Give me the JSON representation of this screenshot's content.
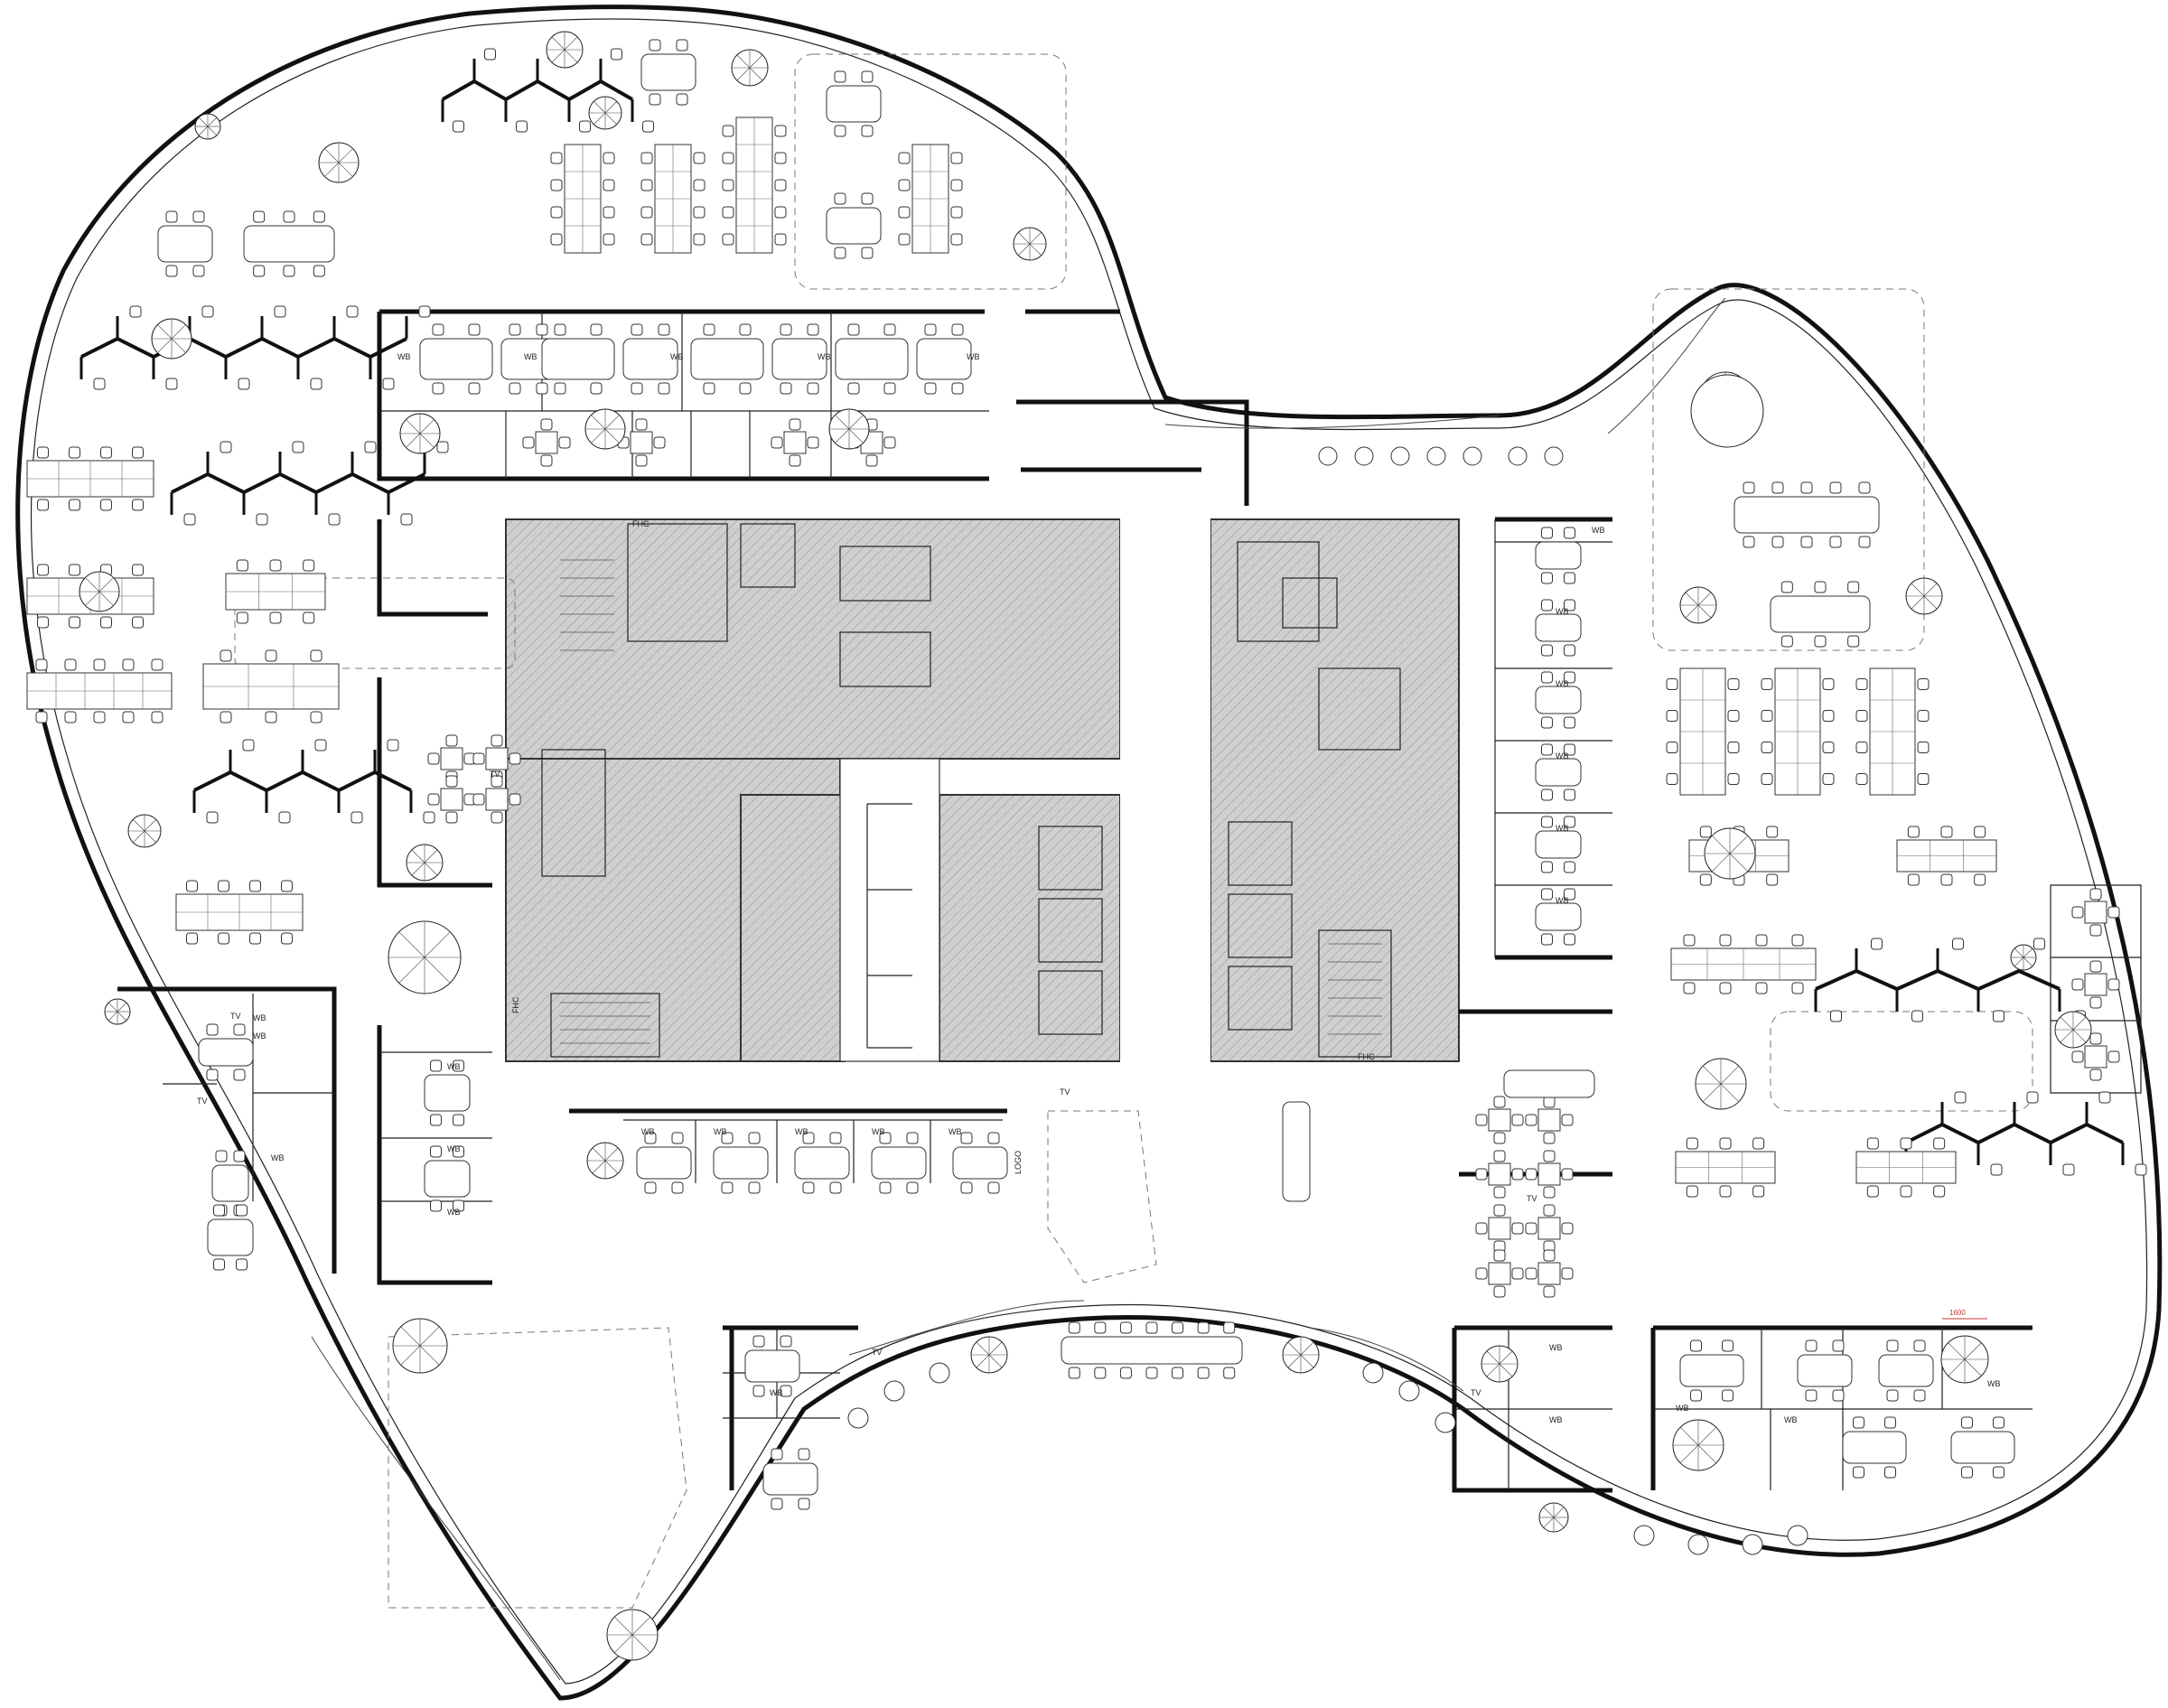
{
  "labels": {
    "wb": "WB",
    "tv": "TV",
    "fhc": "FHC",
    "logo": "LOGO",
    "dimension": "1600"
  },
  "colors": {
    "wall": "#111111",
    "core_fill": "#cfcfcf",
    "line": "#333333",
    "dimension": "#c0392b",
    "background": "#ffffff"
  }
}
